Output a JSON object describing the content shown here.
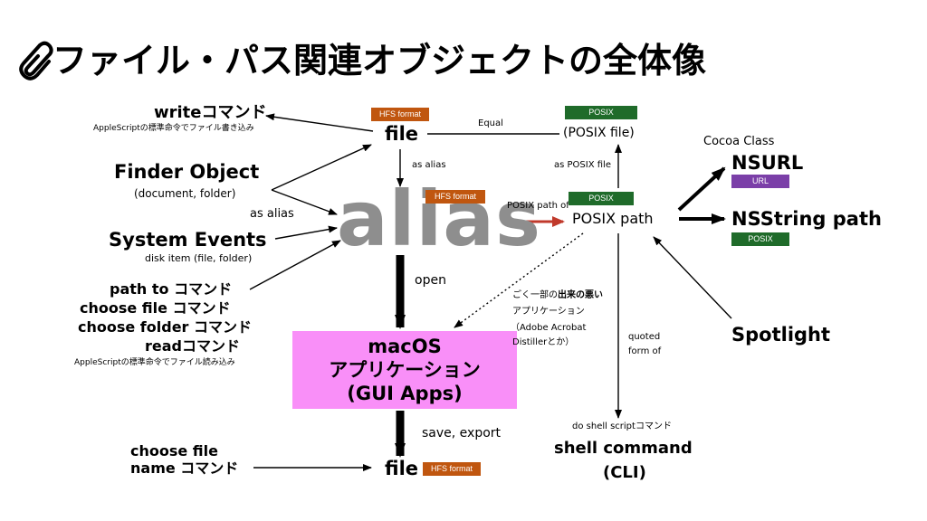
{
  "title": "ファイル・パス関連オブジェクトの全体像",
  "nodes": {
    "write_cmd": "writeコマンド",
    "write_cmd_sub": "AppleScriptの標準命令でファイル書き込み",
    "file_top": "file",
    "finder_object": "Finder Object",
    "finder_object_sub": "(document, folder)",
    "as_alias_left": "as alias",
    "system_events": "System Events",
    "system_events_sub": "disk item (file, folder)",
    "path_to_cmd": "path to コマンド",
    "choose_file_cmd": "choose file コマンド",
    "choose_folder_cmd": "choose folder コマンド",
    "read_cmd": "readコマンド",
    "read_cmd_sub": "AppleScriptの標準命令でファイル読み込み",
    "alias": "alias",
    "as_alias_down": "as alias",
    "open": "open",
    "macos_line1": "macOS",
    "macos_line2": "アプリケーション",
    "macos_line3": "(GUI Apps)",
    "save_export": "save, export",
    "file_bottom": "file",
    "choose_file_name_line1": "choose file",
    "choose_file_name_line2": "name コマンド",
    "equal": "Equal",
    "posix_file": "(POSIX file)",
    "as_posix_file": "as POSIX file",
    "posix_path_of": "POSIX path of",
    "posix_path": "POSIX path",
    "bad_apps_line1": "ごく一部の",
    "bad_apps_bold": "出来の悪い",
    "bad_apps_line2": "アプリケーション",
    "bad_apps_line3": "（Adobe Acrobat",
    "bad_apps_line4": "Distillerとか）",
    "quoted_line1": "quoted",
    "quoted_line2": "form of",
    "do_shell": "do shell scriptコマンド",
    "shell_command": "shell command",
    "cli": "(CLI)",
    "cocoa_class": "Cocoa Class",
    "nsurl": "NSURL",
    "nsstring_path": "NSString path",
    "spotlight": "Spotlight"
  },
  "badges": {
    "hfs_top": "HFS format",
    "posix_top": "POSIX",
    "hfs_alias": "HFS format",
    "posix_path": "POSIX",
    "url": "URL",
    "posix_nsstring": "POSIX",
    "hfs_bottom": "HFS format"
  },
  "colors": {
    "hfs": "#c0560f",
    "posix": "#1f6b2a",
    "url": "#7b3fa8",
    "macos_box": "#f98ff8",
    "alias_text": "#8e8e8e",
    "red_arrow": "#c0392b"
  }
}
